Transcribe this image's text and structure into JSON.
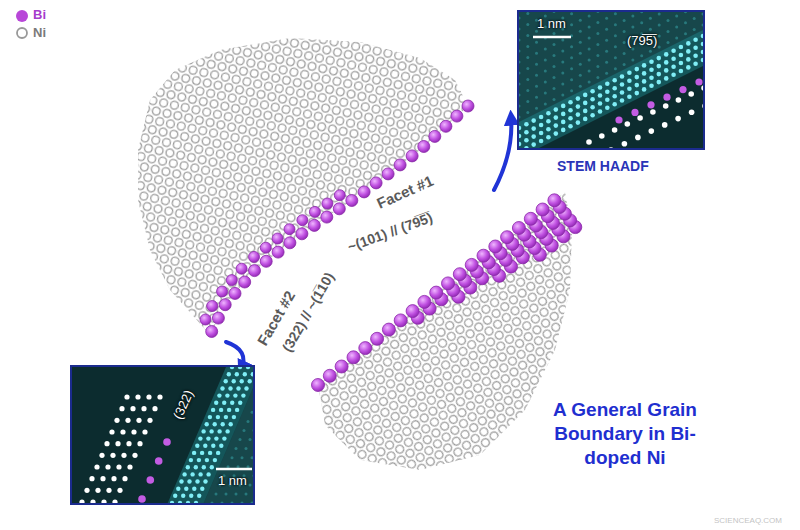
{
  "diagram": {
    "title": "A General Grain Boundary in Bi-doped Ni",
    "nodes": [
      {
        "text": [
          "1 nm",
          "(79̅5̅)",
          "STEM HAADF"
        ]
      },
      {
        "text": [
          "(322)",
          "1 nm"
        ]
      }
    ],
    "labels": [
      "Facet #1",
      "~(101) // (79̅5̅)",
      "Facet #2",
      "(322) // ~(1̅10)",
      "SCIENCEAQ.COM"
    ],
    "legend": [
      {
        "text": "Bi",
        "color": "#b847d8"
      },
      {
        "text": "Ni"
      }
    ]
  }
}
